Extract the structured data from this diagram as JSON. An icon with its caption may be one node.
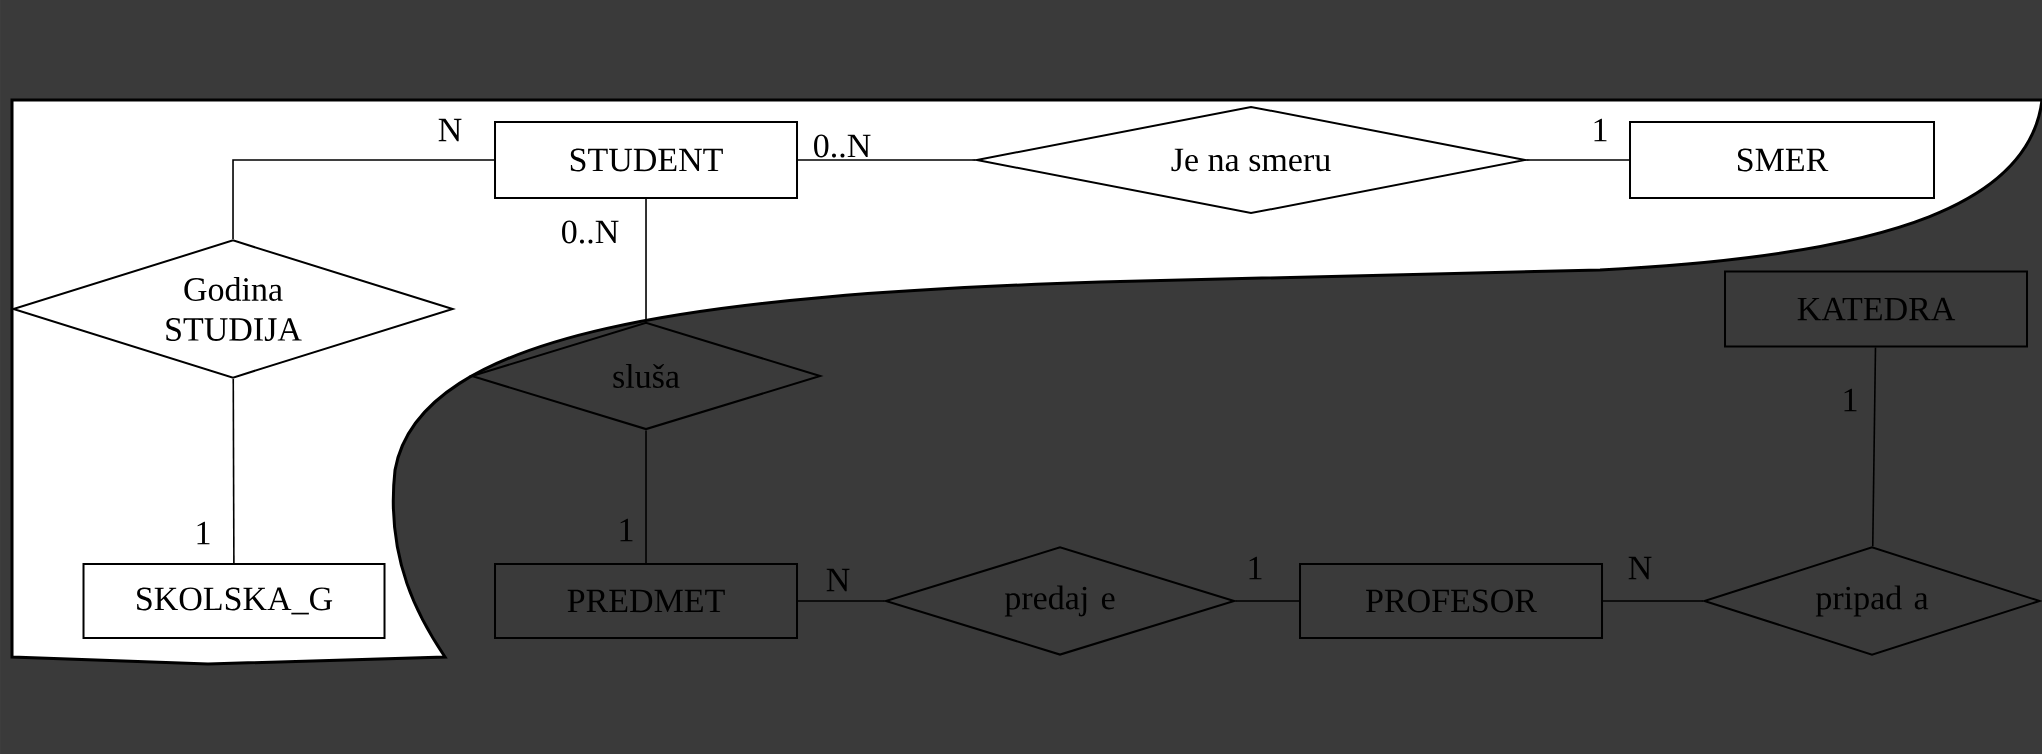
{
  "diagram": {
    "nodes": [
      {
        "text": [
          "STUDENT"
        ]
      },
      {
        "text": [
          "Je na smeru"
        ]
      },
      {
        "text": [
          "SMER"
        ]
      },
      {
        "text": [
          "Godina STUDIJA"
        ]
      },
      {
        "text": [
          "KATEDRA"
        ]
      },
      {
        "text": [
          "sluša"
        ]
      },
      {
        "text": [
          "SKOLSKA_G"
        ]
      },
      {
        "text": [
          "PREDMET"
        ]
      },
      {
        "text": [
          "predaj e"
        ]
      },
      {
        "text": [
          "PROFESOR"
        ]
      },
      {
        "text": [
          "pripad a"
        ]
      }
    ],
    "edges": [
      {
        "from": 0,
        "to": 3,
        "arrow": "none",
        "label": "N"
      },
      {
        "from": 0,
        "to": 1,
        "arrow": "none",
        "label": "0..N"
      },
      {
        "from": 1,
        "to": 2,
        "arrow": "none",
        "label": "1"
      },
      {
        "from": 0,
        "to": 5,
        "arrow": "none",
        "label": "0..N"
      },
      {
        "from": 3,
        "to": 6,
        "arrow": "none",
        "label": "1"
      },
      {
        "from": 5,
        "to": 7,
        "arrow": "none",
        "label": "1"
      },
      {
        "from": 7,
        "to": 8,
        "arrow": "none",
        "label": "N"
      },
      {
        "from": 8,
        "to": 9,
        "arrow": "none",
        "label": "1"
      },
      {
        "from": 9,
        "to": 10,
        "arrow": "none",
        "label": "N"
      },
      {
        "from": 4,
        "to": 10,
        "arrow": "none",
        "label": "1"
      }
    ]
  }
}
